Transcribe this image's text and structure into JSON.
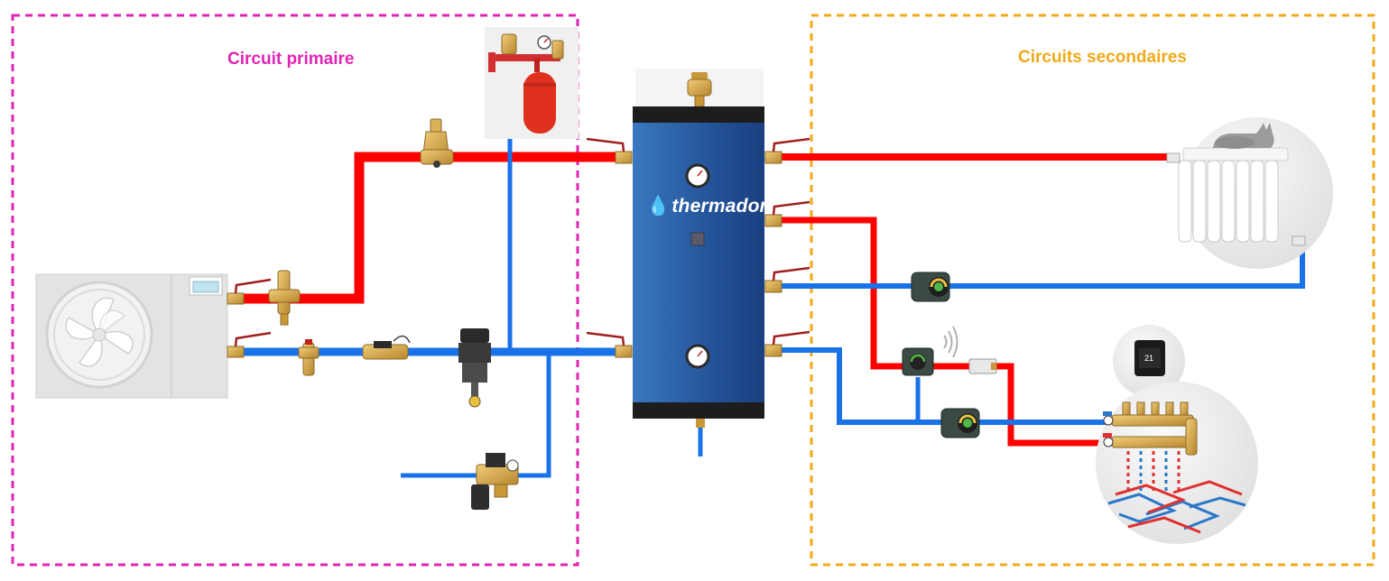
{
  "regions": {
    "primary": {
      "title": "Circuit primaire",
      "border_color": "#e024b4"
    },
    "secondary": {
      "title": "Circuits secondaires",
      "border_color": "#f0aa1a"
    }
  },
  "tank": {
    "brand": "thermador",
    "gradient_light": "#3a78c0",
    "gradient_dark": "#1a3f80"
  },
  "thermostat": {
    "display": "21"
  },
  "colors": {
    "hot_pipe": "#ff0000",
    "cold_pipe": "#1a72e8",
    "brass": "#d4a64a",
    "valve_handle": "#c0392b"
  },
  "icons": [
    "heat-pump-icon",
    "expansion-vessel-icon",
    "thermometer-icon",
    "circulator-pump-icon",
    "mixing-valve-icon",
    "radiator-icon",
    "cat-icon",
    "thermostat-icon",
    "floor-heating-manifold-icon",
    "wifi-signal-icon",
    "dirt-separator-icon",
    "filling-valve-icon",
    "air-vent-icon"
  ]
}
